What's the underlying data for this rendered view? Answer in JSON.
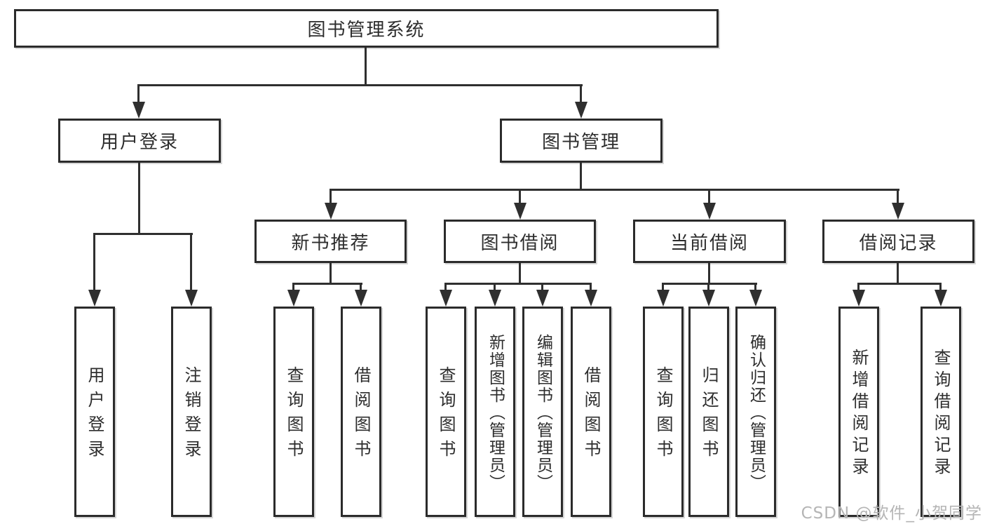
{
  "diagram": {
    "title": "图书管理系统",
    "level2": [
      {
        "label": "用户登录",
        "children": [
          {
            "label": "用户登录"
          },
          {
            "label": "注销登录"
          }
        ]
      },
      {
        "label": "图书管理",
        "children": [
          {
            "label": "新书推荐",
            "children": [
              {
                "label": "查询图书"
              },
              {
                "label": "借阅图书"
              }
            ]
          },
          {
            "label": "图书借阅",
            "children": [
              {
                "label": "查询图书"
              },
              {
                "label": "新增图书（管理员）"
              },
              {
                "label": "编辑图书（管理员）"
              },
              {
                "label": "借阅图书"
              }
            ]
          },
          {
            "label": "当前借阅",
            "children": [
              {
                "label": "查询图书"
              },
              {
                "label": "归还图书"
              },
              {
                "label": "确认归还（管理员）"
              }
            ]
          },
          {
            "label": "借阅记录",
            "children": [
              {
                "label": "新增借阅记录"
              },
              {
                "label": "查询借阅记录"
              }
            ]
          }
        ]
      }
    ]
  },
  "watermark": {
    "text": "CSDN @软件_小贺同学"
  },
  "colors": {
    "background": "#ffffff",
    "box_fill": "#ffffff",
    "box_border": "#2b2b2b",
    "line": "#2f2f2f",
    "text": "#2d2d2d",
    "watermark": "#b5b5b5"
  }
}
